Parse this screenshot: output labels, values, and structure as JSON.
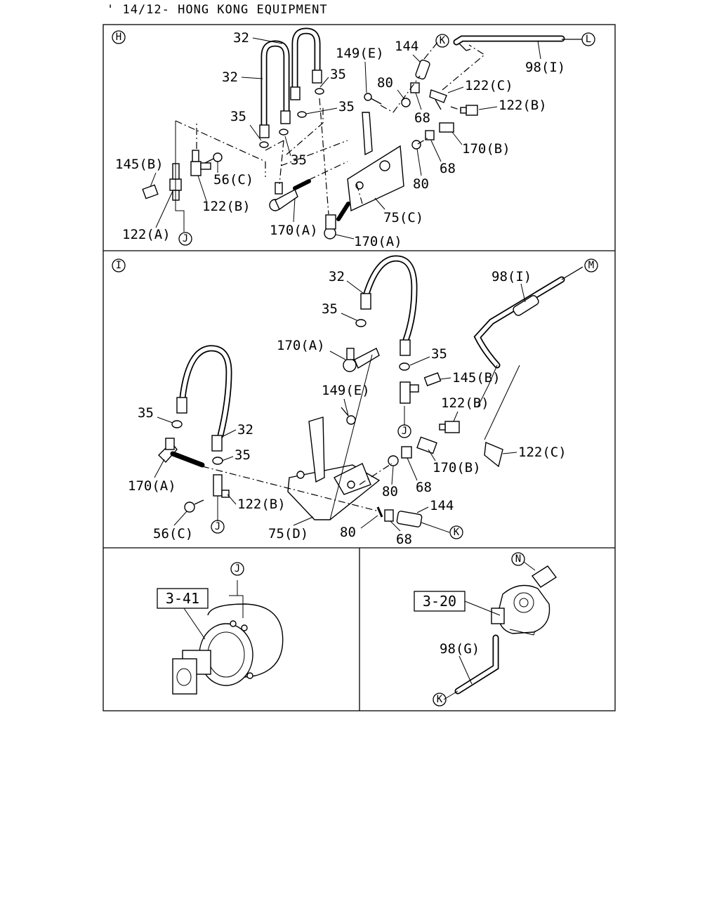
{
  "header": {
    "title": "' 14/12- HONG KONG EQUIPMENT"
  },
  "panels": {
    "h": {
      "marker": "H"
    },
    "i": {
      "marker": "I"
    }
  },
  "connectors": {
    "j": "J",
    "k": "K",
    "l": "L",
    "m": "M",
    "n": "N"
  },
  "refs": {
    "r341": "3-41",
    "r320": "3-20"
  },
  "labels": {
    "h": {
      "p32a": "32",
      "p32b": "32",
      "p35a": "35",
      "p35b": "35",
      "p35c": "35",
      "p35d": "35",
      "p149e": "149(E)",
      "p144": "144",
      "p98i": "98(I)",
      "p80a": "80",
      "p122c": "122(C)",
      "p122b_r": "122(B)",
      "p68a": "68",
      "p170b": "170(B)",
      "p68b": "68",
      "p80b": "80",
      "p145b": "145(B)",
      "p56c": "56(C)",
      "p122b_l": "122(B)",
      "p122a": "122(A)",
      "p170a_a": "170(A)",
      "p75c": "75(C)",
      "p170a_b": "170(A)"
    },
    "i": {
      "p32a": "32",
      "p35a": "35",
      "p170a_a": "170(A)",
      "p98i": "98(I)",
      "p35b": "35",
      "p145b": "145(B)",
      "p149e": "149(E)",
      "p35c": "35",
      "p32b": "32",
      "p122b_r": "122(B)",
      "p35d": "35",
      "p122c": "122(C)",
      "p170b": "170(B)",
      "p170a_b": "170(A)",
      "p80a": "80",
      "p68a": "68",
      "p144": "144",
      "p122b_l": "122(B)",
      "p56c": "56(C)",
      "p75d": "75(D)",
      "p80b": "80",
      "p68b": "68"
    },
    "bottom": {
      "p98g": "98(G)"
    }
  }
}
